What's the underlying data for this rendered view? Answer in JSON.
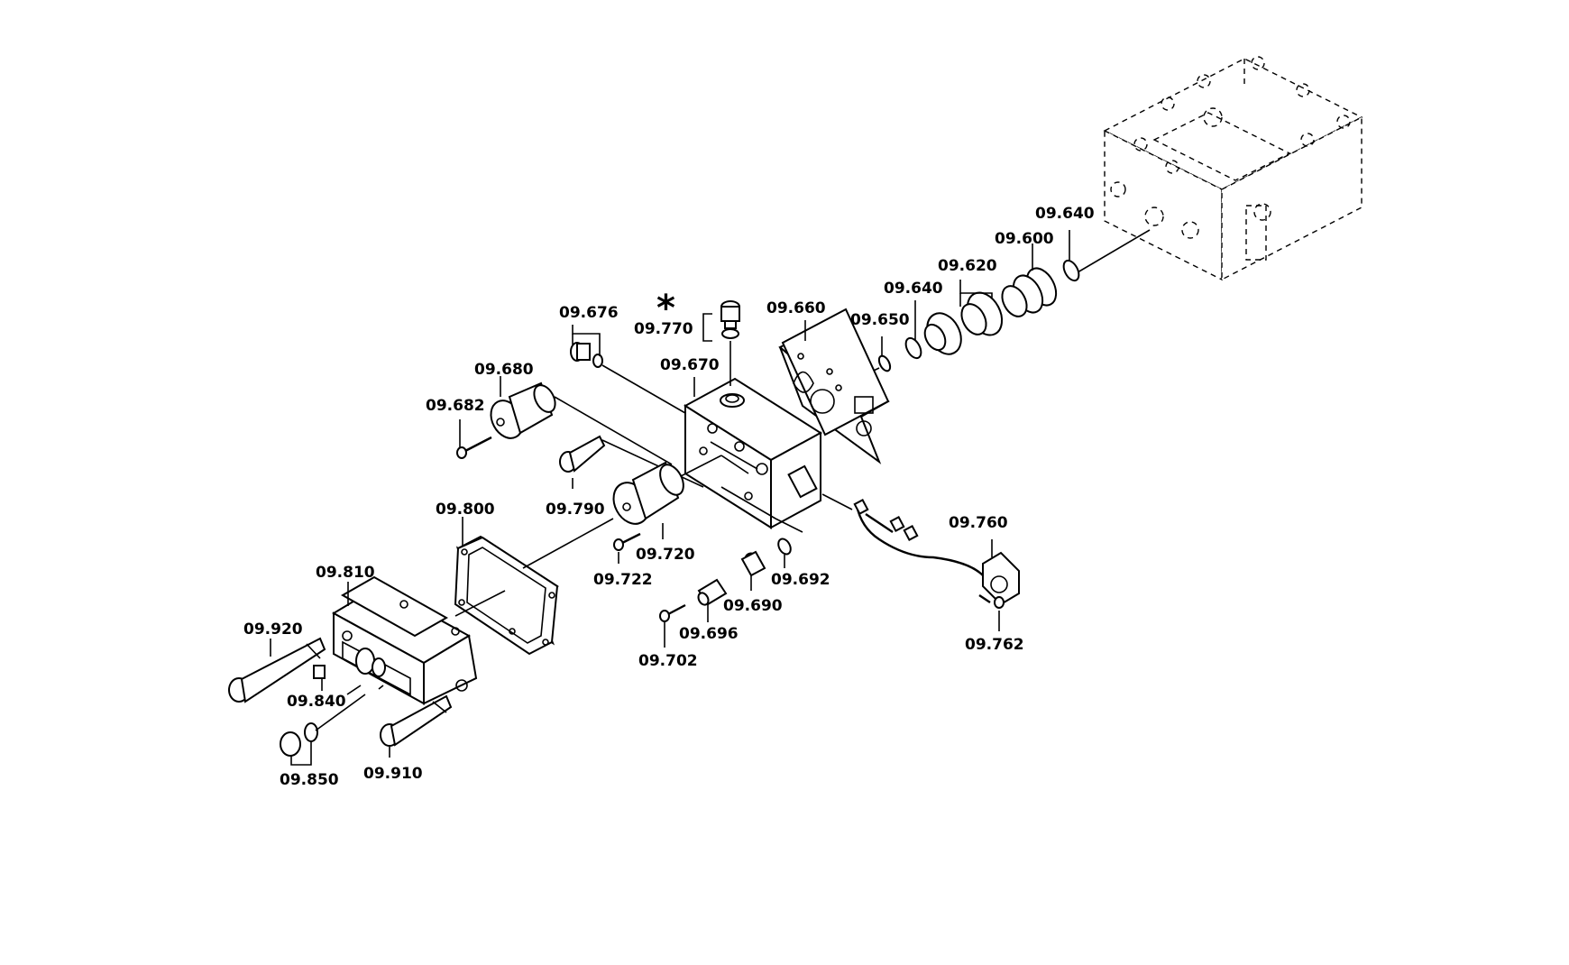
{
  "diagram": {
    "asterisk": "*",
    "labels": {
      "p09640a": "09.640",
      "p09600": "09.600",
      "p09620": "09.620",
      "p09640b": "09.640",
      "p09650": "09.650",
      "p09660": "09.660",
      "p09770": "09.770",
      "p09676": "09.676",
      "p09670": "09.670",
      "p09680": "09.680",
      "p09682": "09.682",
      "p09790": "09.790",
      "p09720": "09.720",
      "p09722": "09.722",
      "p09800": "09.800",
      "p09810": "09.810",
      "p09920": "09.920",
      "p09840": "09.840",
      "p09850": "09.850",
      "p09910": "09.910",
      "p09692": "09.692",
      "p09690": "09.690",
      "p09696": "09.696",
      "p09702": "09.702",
      "p09760": "09.760",
      "p09762": "09.762"
    }
  }
}
